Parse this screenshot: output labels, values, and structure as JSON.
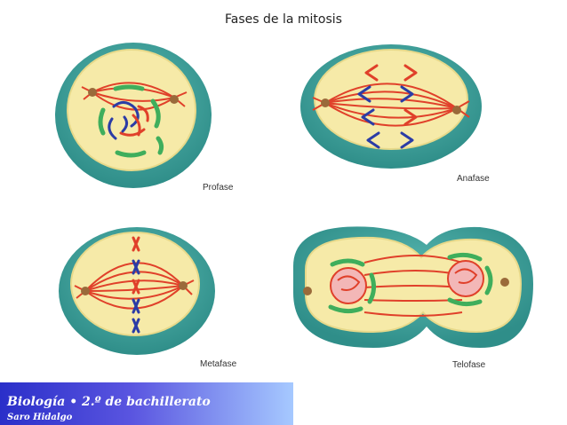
{
  "title": "Fases de la mitosis",
  "labels": {
    "profase": "Profase",
    "anafase": "Anafase",
    "metafase": "Metafase",
    "telofase": "Telofase"
  },
  "footer": {
    "course": "Biología • 2.º de bachillerato",
    "author": "Saro Hidalgo"
  },
  "colors": {
    "cell_wall": "#3a9e98",
    "cytoplasm": "#f6eaa8",
    "spindle": "#e0402a",
    "chromosome_blue": "#2b3ca6",
    "envelope_green": "#3fae5c",
    "centrosome": "#9a6a3a",
    "footer_start": "#2a2fc9",
    "footer_end": "#a6c9ff"
  }
}
